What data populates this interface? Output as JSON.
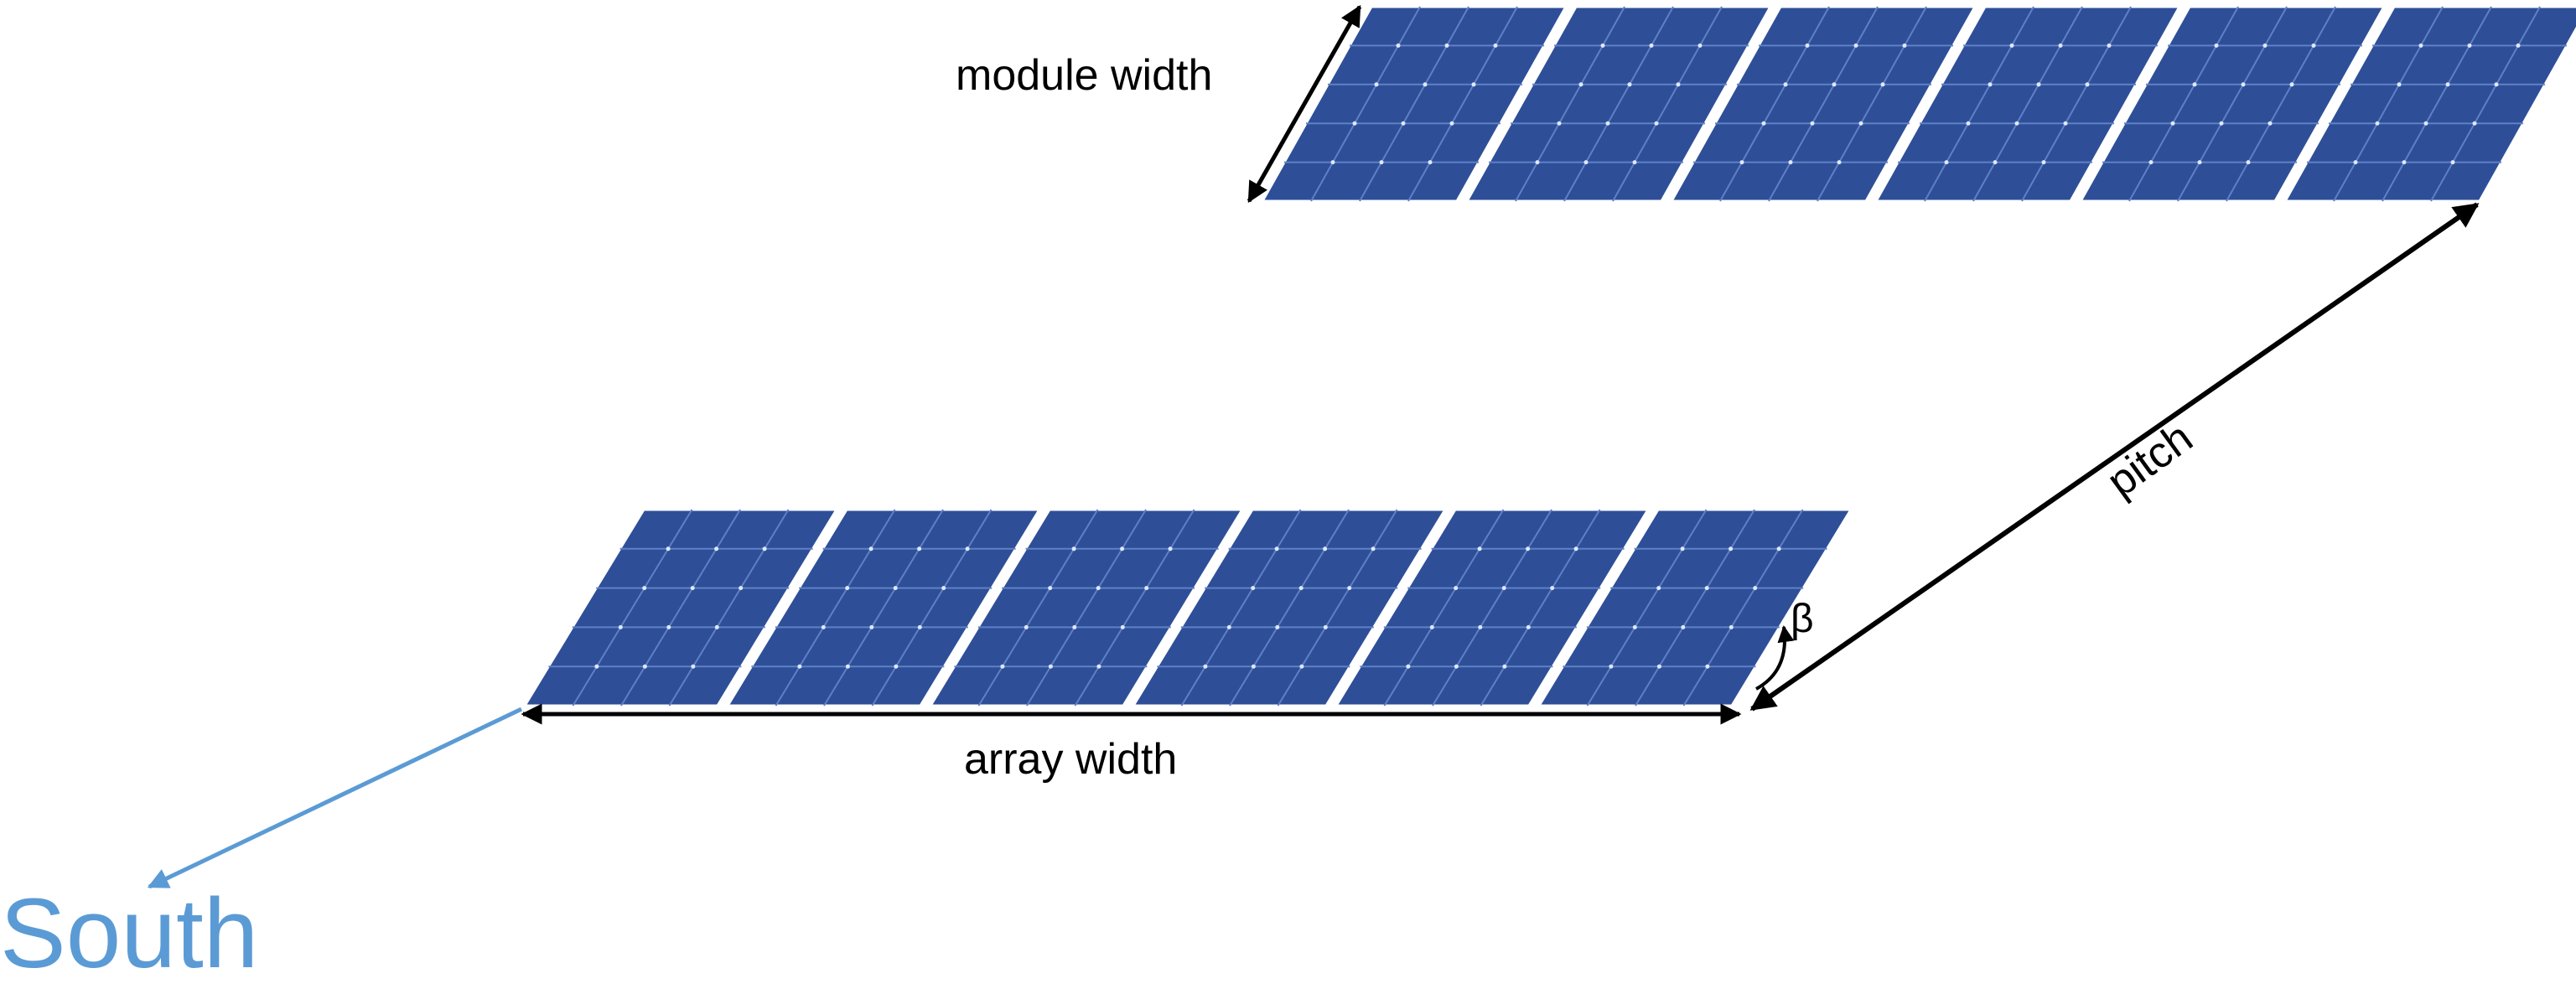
{
  "labels": {
    "module_width": "module width",
    "array_width": "array width",
    "pitch": "pitch",
    "tilt_angle": "β",
    "south": "South"
  },
  "colors": {
    "panel_fill": "#2e4f98",
    "panel_grid": "#5f80c6",
    "panel_edge": "#ffffff",
    "dimension_line": "#000000",
    "south_arrow": "#5b9bd5"
  },
  "arrays": {
    "front_row_module_count": 6,
    "back_row_module_count": 6,
    "module_cell_columns": 4,
    "module_cell_rows": 5
  }
}
